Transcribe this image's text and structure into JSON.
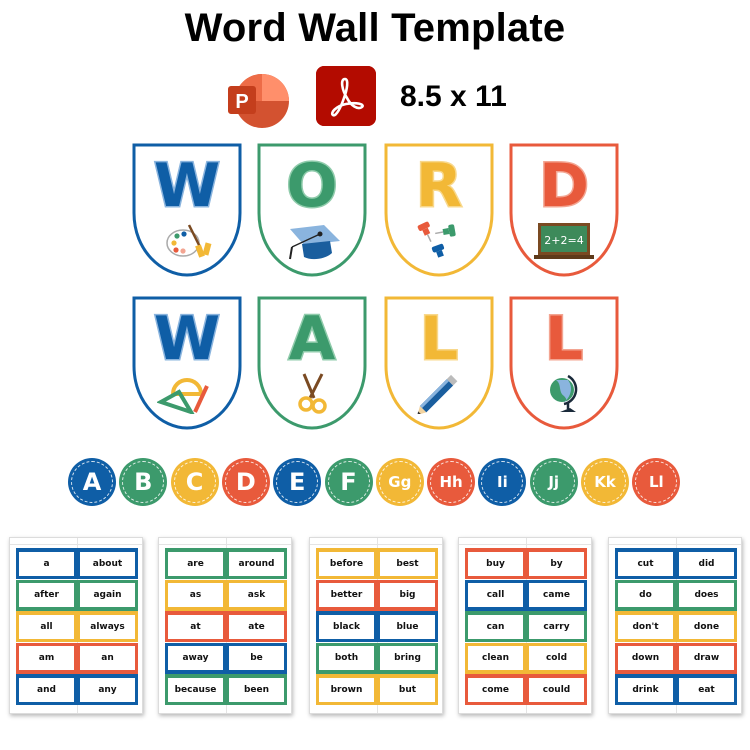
{
  "title": "Word Wall Template",
  "formats": {
    "icons": [
      "powerpoint-icon",
      "adobe-pdf-icon"
    ],
    "size": "8.5 x 11"
  },
  "colors": {
    "blue": "#0f5ea6",
    "green": "#3c9a6c",
    "yellow": "#f2b836",
    "red": "#e85a3c",
    "pdf_red": "#b30b00",
    "ppt_orange": "#d24726"
  },
  "banner": {
    "row1": [
      {
        "letter": "W",
        "color": "blue",
        "icon": "paint-palette-icon"
      },
      {
        "letter": "O",
        "color": "green",
        "icon": "graduation-cap-icon"
      },
      {
        "letter": "R",
        "color": "yellow",
        "icon": "push-pins-icon"
      },
      {
        "letter": "D",
        "color": "red",
        "icon": "chalkboard-icon",
        "icon_text": "2+2=4"
      }
    ],
    "row2": [
      {
        "letter": "W",
        "color": "blue",
        "icon": "geometry-ruler-icon"
      },
      {
        "letter": "A",
        "color": "green",
        "icon": "scissors-icon"
      },
      {
        "letter": "L",
        "color": "yellow",
        "icon": "pencil-icon"
      },
      {
        "letter": "L",
        "color": "red",
        "icon": "globe-icon"
      }
    ]
  },
  "alphabet": [
    {
      "label": "A",
      "color": "blue"
    },
    {
      "label": "B",
      "color": "green"
    },
    {
      "label": "C",
      "color": "yellow"
    },
    {
      "label": "D",
      "color": "red"
    },
    {
      "label": "E",
      "color": "blue"
    },
    {
      "label": "F",
      "color": "green"
    },
    {
      "label": "Gg",
      "color": "yellow"
    },
    {
      "label": "Hh",
      "color": "red"
    },
    {
      "label": "Ii",
      "color": "blue"
    },
    {
      "label": "Jj",
      "color": "green"
    },
    {
      "label": "Kk",
      "color": "yellow"
    },
    {
      "label": "Ll",
      "color": "red"
    }
  ],
  "sheets": [
    {
      "rows": [
        {
          "color": "blue",
          "words": [
            "a",
            "about"
          ]
        },
        {
          "color": "green",
          "words": [
            "after",
            "again"
          ]
        },
        {
          "color": "yellow",
          "words": [
            "all",
            "always"
          ]
        },
        {
          "color": "red",
          "words": [
            "am",
            "an"
          ]
        },
        {
          "color": "blue",
          "words": [
            "and",
            "any"
          ]
        }
      ]
    },
    {
      "rows": [
        {
          "color": "green",
          "words": [
            "are",
            "around"
          ]
        },
        {
          "color": "yellow",
          "words": [
            "as",
            "ask"
          ]
        },
        {
          "color": "red",
          "words": [
            "at",
            "ate"
          ]
        },
        {
          "color": "blue",
          "words": [
            "away",
            "be"
          ]
        },
        {
          "color": "green",
          "words": [
            "because",
            "been"
          ]
        }
      ]
    },
    {
      "rows": [
        {
          "color": "yellow",
          "words": [
            "before",
            "best"
          ]
        },
        {
          "color": "red",
          "words": [
            "better",
            "big"
          ]
        },
        {
          "color": "blue",
          "words": [
            "black",
            "blue"
          ]
        },
        {
          "color": "green",
          "words": [
            "both",
            "bring"
          ]
        },
        {
          "color": "yellow",
          "words": [
            "brown",
            "but"
          ]
        }
      ]
    },
    {
      "rows": [
        {
          "color": "red",
          "words": [
            "buy",
            "by"
          ]
        },
        {
          "color": "blue",
          "words": [
            "call",
            "came"
          ]
        },
        {
          "color": "green",
          "words": [
            "can",
            "carry"
          ]
        },
        {
          "color": "yellow",
          "words": [
            "clean",
            "cold"
          ]
        },
        {
          "color": "red",
          "words": [
            "come",
            "could"
          ]
        }
      ]
    },
    {
      "rows": [
        {
          "color": "blue",
          "words": [
            "cut",
            "did"
          ]
        },
        {
          "color": "green",
          "words": [
            "do",
            "does"
          ]
        },
        {
          "color": "yellow",
          "words": [
            "don't",
            "done"
          ]
        },
        {
          "color": "red",
          "words": [
            "down",
            "draw"
          ]
        },
        {
          "color": "blue",
          "words": [
            "drink",
            "eat"
          ]
        }
      ]
    }
  ]
}
